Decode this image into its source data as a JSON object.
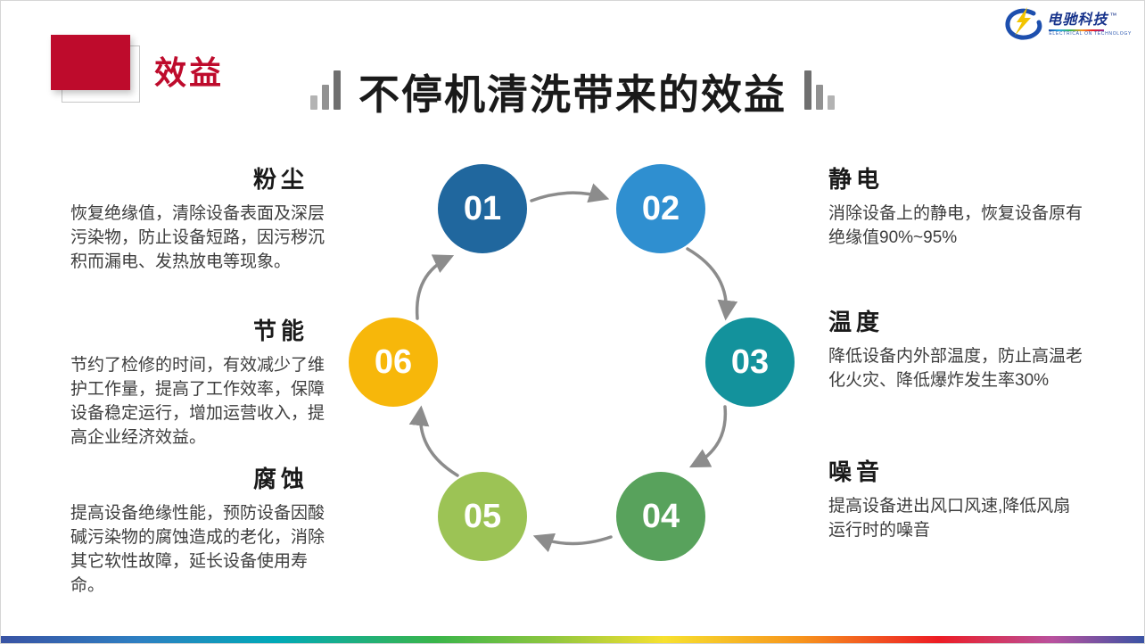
{
  "header": {
    "section_label": "效益",
    "title": "不停机清洗带来的效益",
    "accent_color": "#BE0B2C"
  },
  "logo": {
    "brand": "电驰科技",
    "trademark": "™",
    "subtitle": "ELECTRICAL ON TECHNOLOGY"
  },
  "diagram": {
    "steps": [
      {
        "number": "01",
        "color": "#20679E"
      },
      {
        "number": "02",
        "color": "#2F8FD0"
      },
      {
        "number": "03",
        "color": "#13929C"
      },
      {
        "number": "04",
        "color": "#58A25C"
      },
      {
        "number": "05",
        "color": "#9CC355"
      },
      {
        "number": "06",
        "color": "#F7B70A"
      }
    ],
    "arrow_color": "#8C8C8C"
  },
  "left_items": [
    {
      "title": "粉尘",
      "body": "恢复绝缘值，清除设备表面及深层污染物，防止设备短路，因污秽沉积而漏电、发热放电等现象。"
    },
    {
      "title": "节能",
      "body": "节约了检修的时间，有效减少了维护工作量，提高了工作效率，保障设备稳定运行，增加运营收入，提高企业经济效益。"
    },
    {
      "title": "腐蚀",
      "body": "提高设备绝缘性能，预防设备因酸碱污染物的腐蚀造成的老化，消除其它软性故障，延长设备使用寿命。"
    }
  ],
  "right_items": [
    {
      "title": "静电",
      "body": "消除设备上的静电，恢复设备原有绝缘值90%~95%"
    },
    {
      "title": "温度",
      "body": "降低设备内外部温度，防止高温老化火灾、降低爆炸发生率30%"
    },
    {
      "title": "噪音",
      "body": "提高设备进出风口风速,降低风扇运行时的噪音"
    }
  ]
}
